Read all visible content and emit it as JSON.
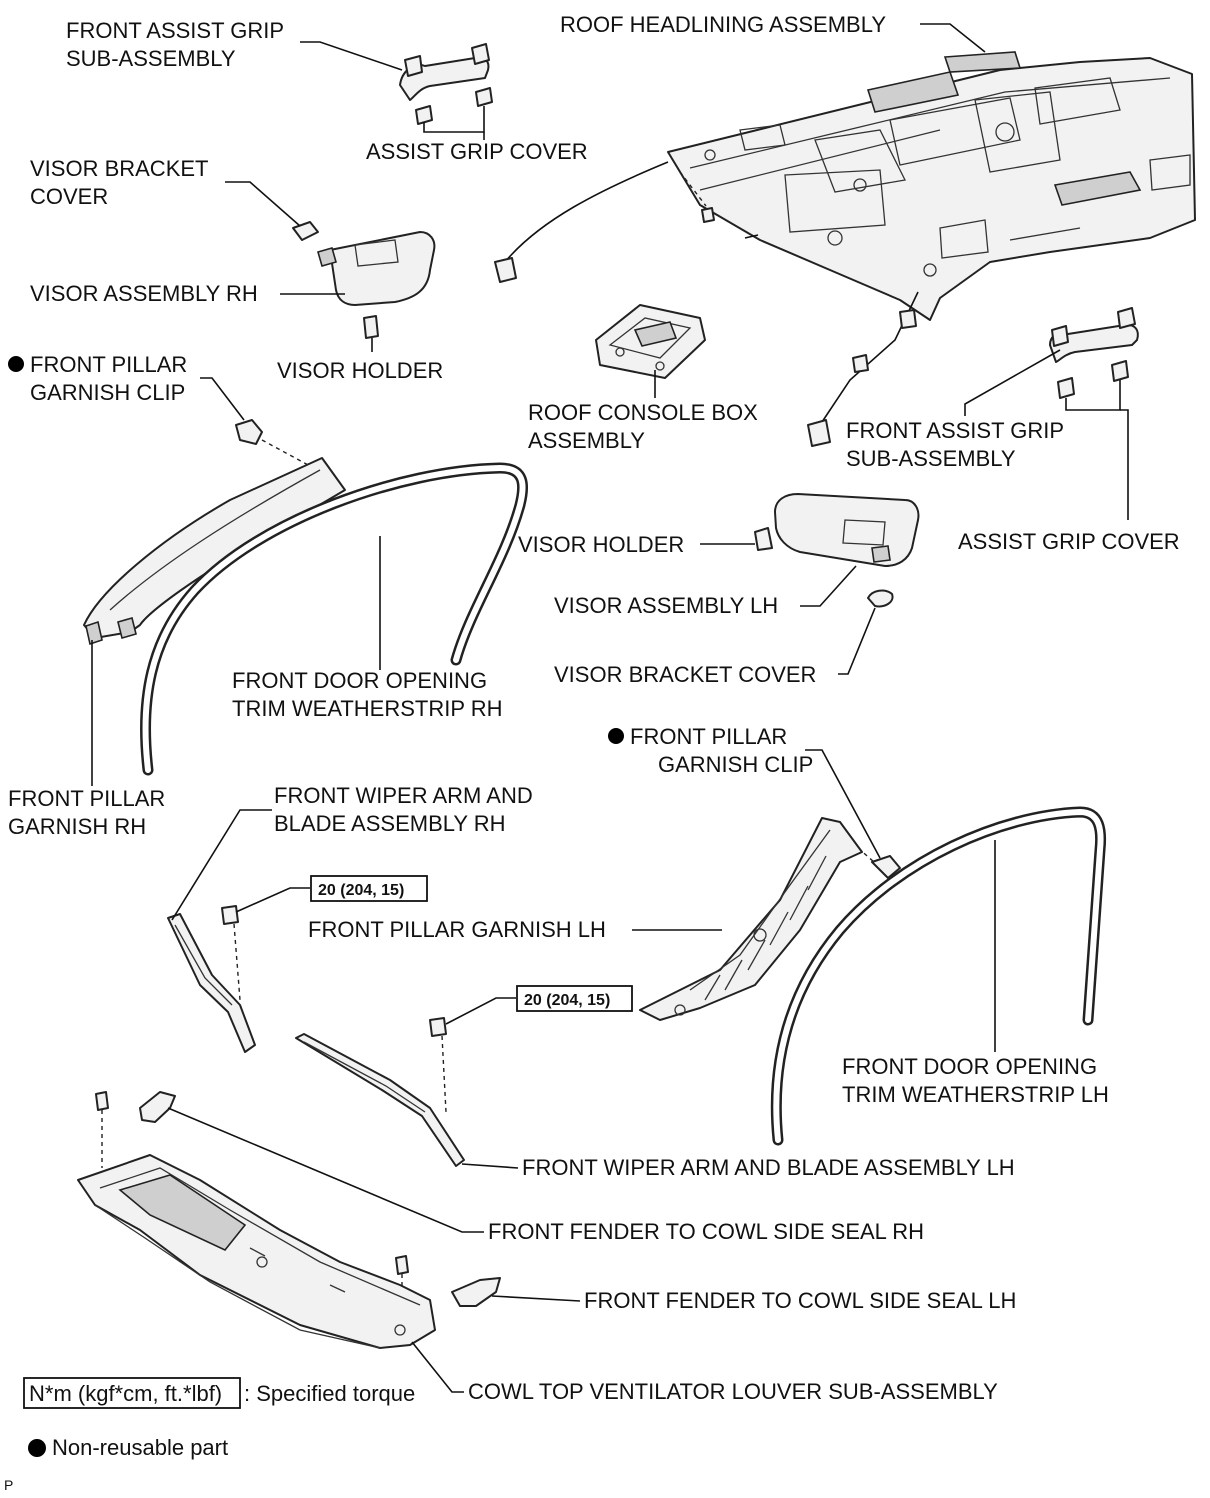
{
  "labels": {
    "front_assist_grip_rh_1": "FRONT ASSIST GRIP",
    "front_assist_grip_rh_2": "SUB-ASSEMBLY",
    "roof_headlining": "ROOF HEADLINING ASSEMBLY",
    "assist_grip_cover_top": "ASSIST GRIP COVER",
    "visor_bracket_cover_rh_1": "VISOR BRACKET",
    "visor_bracket_cover_rh_2": "COVER",
    "visor_assembly_rh": "VISOR ASSEMBLY RH",
    "visor_holder_rh": "VISOR HOLDER",
    "front_pillar_clip_rh_1": "FRONT PILLAR",
    "front_pillar_clip_rh_2": "GARNISH CLIP",
    "roof_console_1": "ROOF CONSOLE BOX",
    "roof_console_2": "ASSEMBLY",
    "front_assist_grip_lh_1": "FRONT ASSIST GRIP",
    "front_assist_grip_lh_2": "SUB-ASSEMBLY",
    "assist_grip_cover_lh": "ASSIST GRIP COVER",
    "visor_holder_lh": "VISOR HOLDER",
    "visor_assembly_lh": "VISOR ASSEMBLY LH",
    "visor_bracket_cover_lh": "VISOR BRACKET COVER",
    "front_door_weatherstrip_rh_1": "FRONT DOOR OPENING",
    "front_door_weatherstrip_rh_2": "TRIM WEATHERSTRIP RH",
    "front_pillar_clip_lh_1": "FRONT PILLAR",
    "front_pillar_clip_lh_2": "GARNISH CLIP",
    "front_pillar_garnish_rh_1": "FRONT PILLAR",
    "front_pillar_garnish_rh_2": "GARNISH RH",
    "wiper_rh_1": "FRONT WIPER ARM AND",
    "wiper_rh_2": "BLADE ASSEMBLY RH",
    "torque_1": "20 (204, 15)",
    "front_pillar_garnish_lh": "FRONT PILLAR GARNISH LH",
    "torque_2": "20 (204, 15)",
    "front_door_weatherstrip_lh_1": "FRONT DOOR OPENING",
    "front_door_weatherstrip_lh_2": "TRIM WEATHERSTRIP LH",
    "wiper_lh": "FRONT WIPER ARM AND BLADE ASSEMBLY LH",
    "cowl_seal_rh": "FRONT FENDER TO COWL SIDE SEAL RH",
    "cowl_seal_lh": "FRONT FENDER TO COWL SIDE SEAL LH",
    "cowl_louver": "COWL TOP VENTILATOR LOUVER SUB-ASSEMBLY"
  },
  "legend": {
    "torque_box": "N*m (kgf*cm, ft.*lbf)",
    "torque_text": ": Specified torque",
    "nonreusable_text": "Non-reusable part"
  },
  "corner_mark": "P"
}
